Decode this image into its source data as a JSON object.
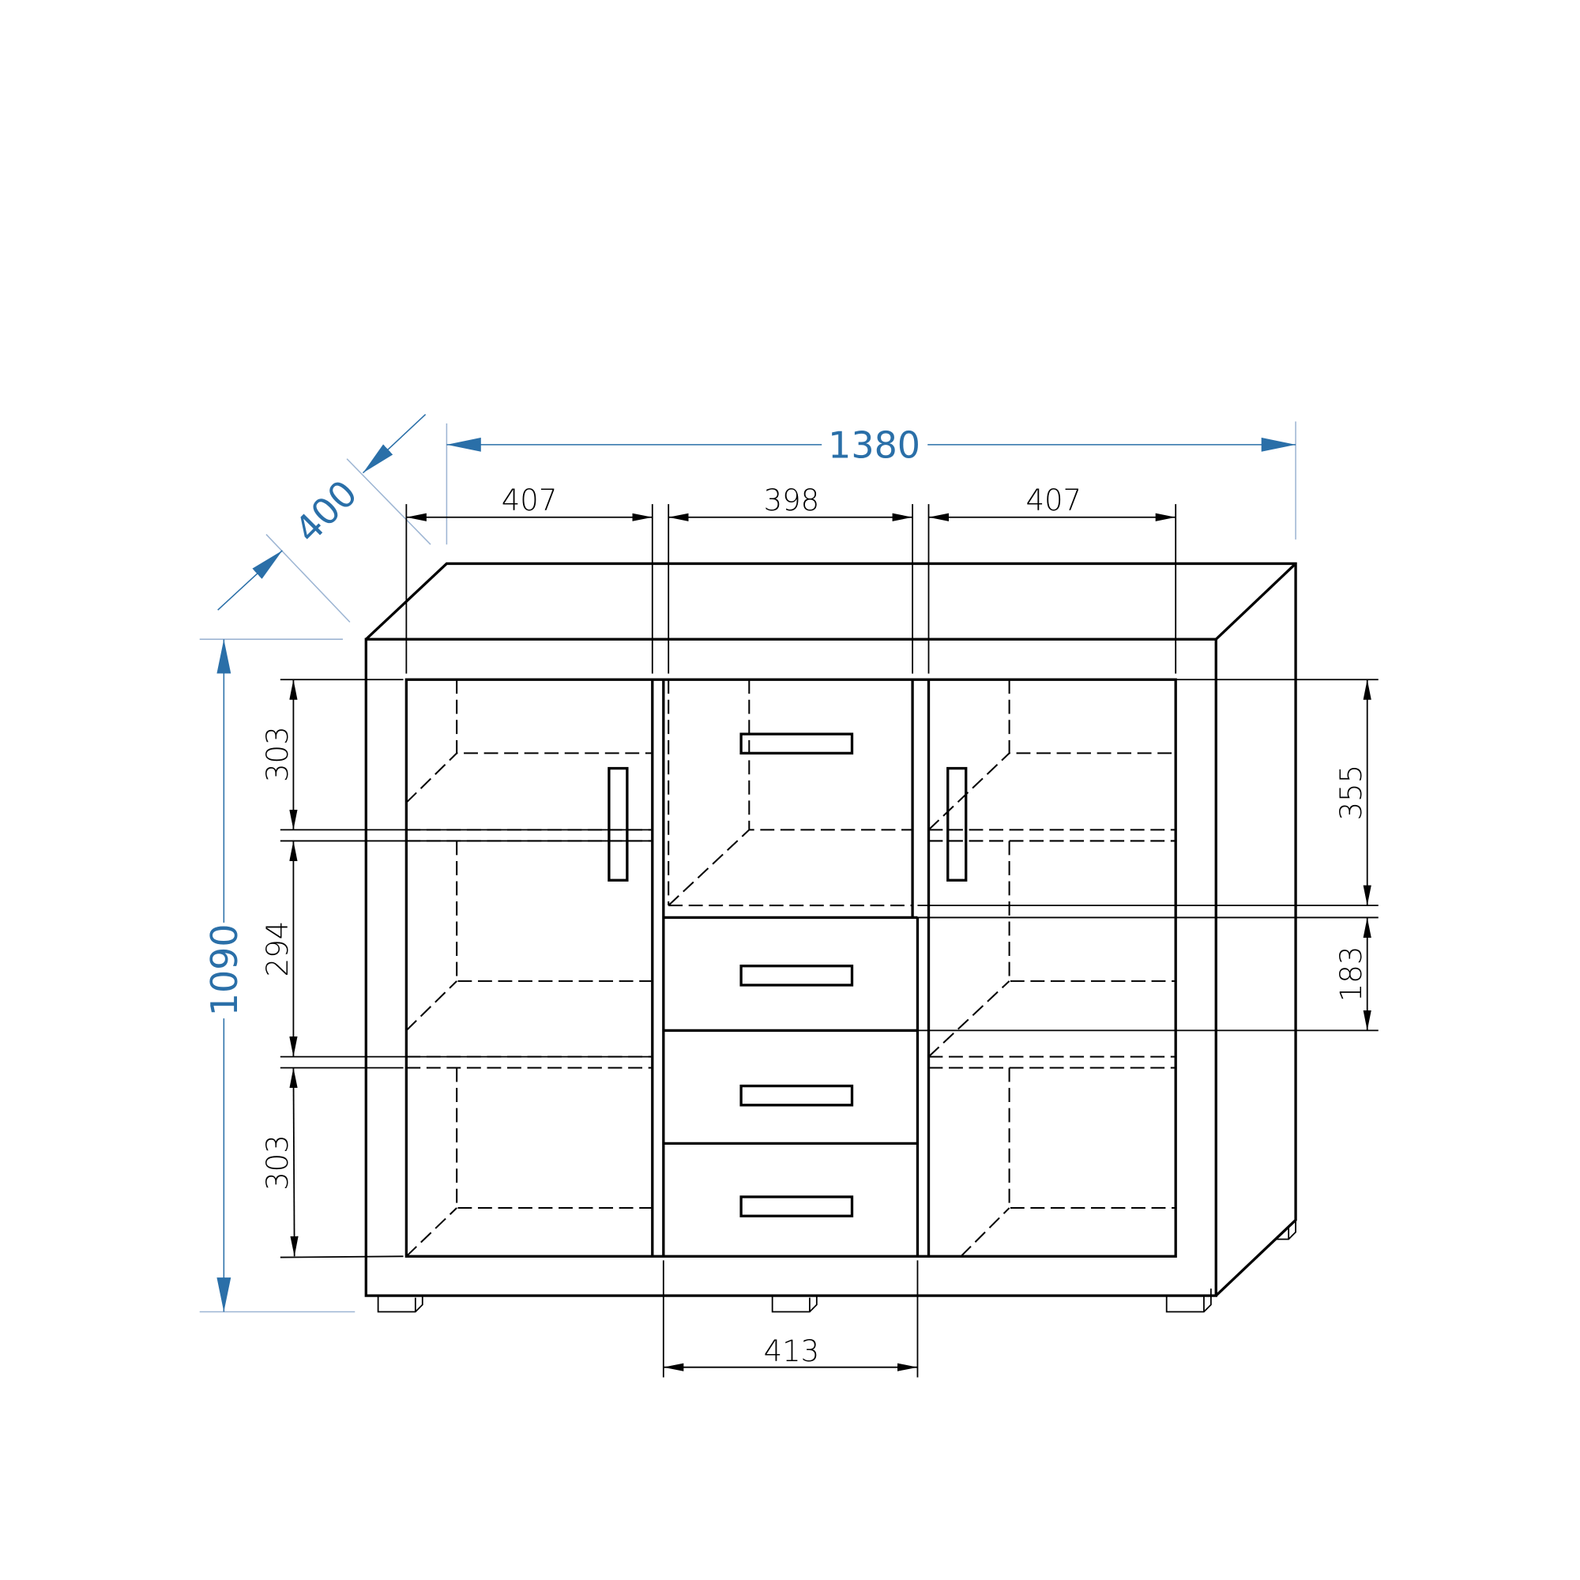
{
  "overall": {
    "width": "1380",
    "depth": "400",
    "height": "1090"
  },
  "top_widths": {
    "left_door": "407",
    "middle": "398",
    "right_door": "407"
  },
  "left_heights": {
    "top": "303",
    "middle": "294",
    "bottom": "303"
  },
  "right_heights": {
    "top_compartment": "355",
    "drawer": "183"
  },
  "bottom_width": {
    "drawers": "413"
  },
  "colors": {
    "accent": "#2a6fa8",
    "line": "#000000"
  }
}
